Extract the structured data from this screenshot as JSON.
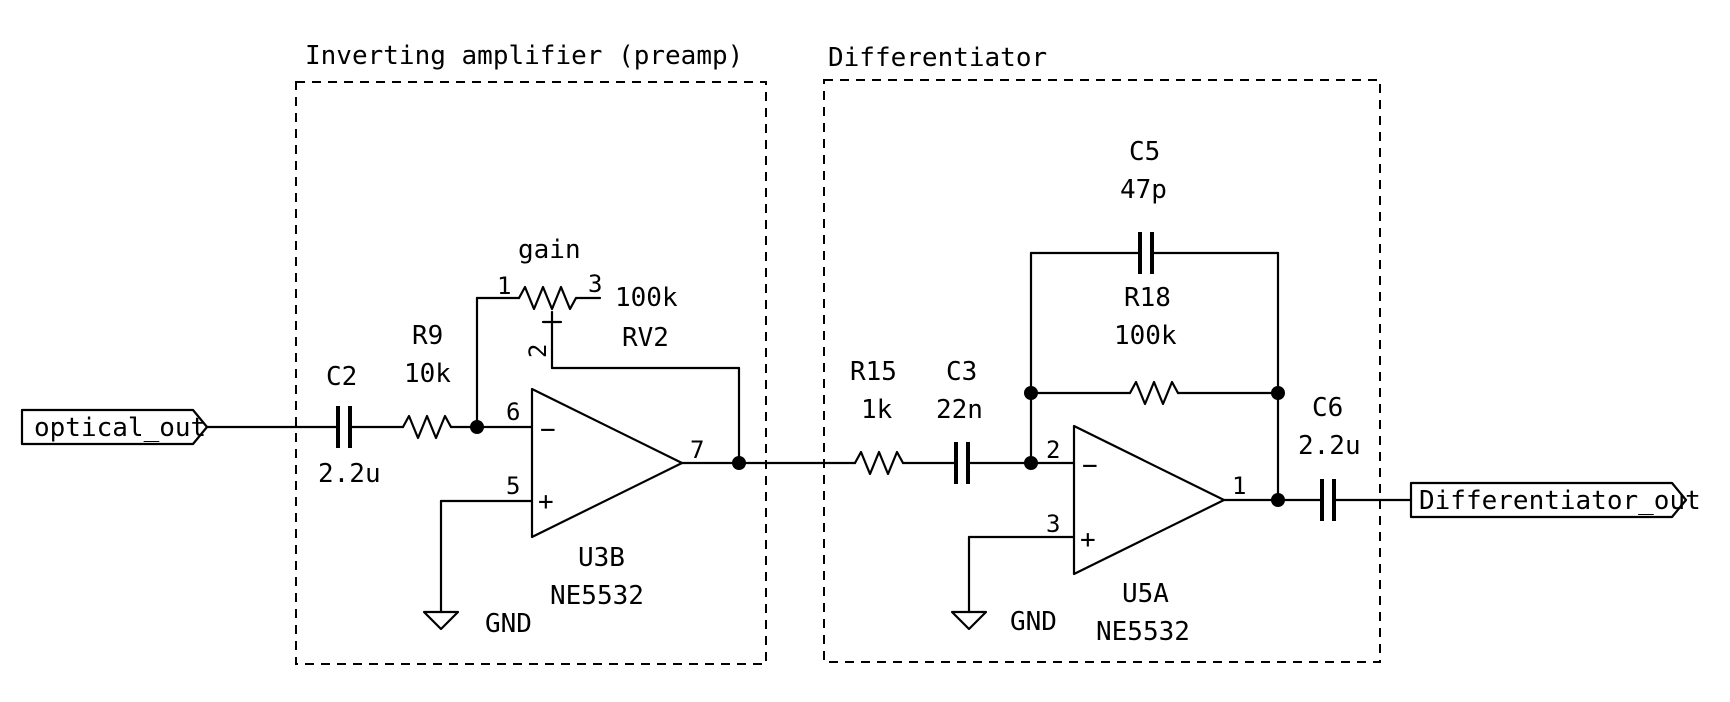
{
  "blocks": {
    "preamp_title": "Inverting amplifier (preamp)",
    "diff_title": "Differentiator"
  },
  "ports": {
    "input": "optical_out",
    "output": "Differentiator_out"
  },
  "components": {
    "C2": {
      "ref": "C2",
      "value": "2.2u"
    },
    "R9": {
      "ref": "R9",
      "value": "10k"
    },
    "RV2": {
      "ref": "RV2",
      "value": "100k",
      "label": "gain"
    },
    "U3B": {
      "ref": "U3B",
      "value": "NE5532"
    },
    "R15": {
      "ref": "R15",
      "value": "1k"
    },
    "C3": {
      "ref": "C3",
      "value": "22n"
    },
    "C5": {
      "ref": "C5",
      "value": "47p"
    },
    "R18": {
      "ref": "R18",
      "value": "100k"
    },
    "U5A": {
      "ref": "U5A",
      "value": "NE5532"
    },
    "C6": {
      "ref": "C6",
      "value": "2.2u"
    }
  },
  "power": {
    "gnd1": "GND",
    "gnd2": "GND"
  },
  "pins": {
    "rv2_1": "1",
    "rv2_2": "2",
    "rv2_3": "3",
    "u3b_inv": "6",
    "u3b_noninv": "5",
    "u3b_out": "7",
    "u3b_minus": "−",
    "u3b_plus": "+",
    "u5a_inv": "2",
    "u5a_noninv": "3",
    "u5a_out": "1",
    "u5a_minus": "−",
    "u5a_plus": "+"
  }
}
